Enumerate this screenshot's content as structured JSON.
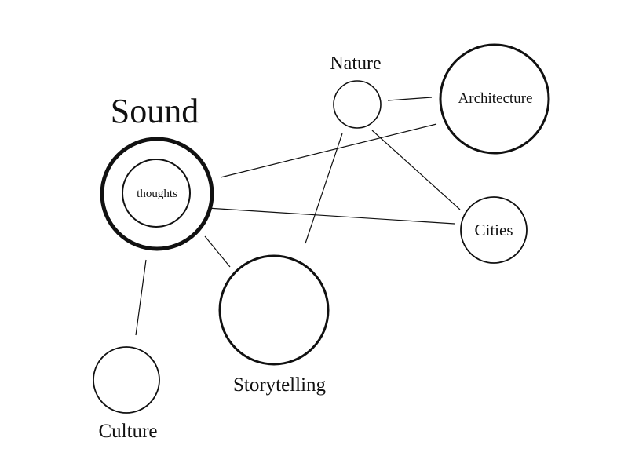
{
  "diagram": {
    "title": "Sound",
    "center_inner_label": "thoughts",
    "nodes": {
      "nature": "Nature",
      "architecture": "Architecture",
      "cities": "Cities",
      "storytelling": "Storytelling",
      "culture": "Culture"
    }
  },
  "colors": {
    "stroke": "#111111",
    "background": "#ffffff"
  }
}
